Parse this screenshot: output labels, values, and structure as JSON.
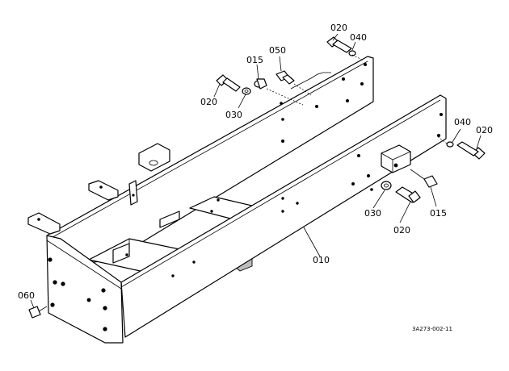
{
  "callouts": [
    {
      "id": "c020a",
      "text": "020"
    },
    {
      "id": "c040a",
      "text": "040"
    },
    {
      "id": "c015a",
      "text": "015"
    },
    {
      "id": "c050",
      "text": "050"
    },
    {
      "id": "c020b",
      "text": "020"
    },
    {
      "id": "c030a",
      "text": "030"
    },
    {
      "id": "c040b",
      "text": "040"
    },
    {
      "id": "c020c",
      "text": "020"
    },
    {
      "id": "c015b",
      "text": "015"
    },
    {
      "id": "c030b",
      "text": "030"
    },
    {
      "id": "c020d",
      "text": "020"
    },
    {
      "id": "c010",
      "text": "010"
    },
    {
      "id": "c060",
      "text": "060"
    }
  ],
  "drawing_code": "3A273-002-11"
}
